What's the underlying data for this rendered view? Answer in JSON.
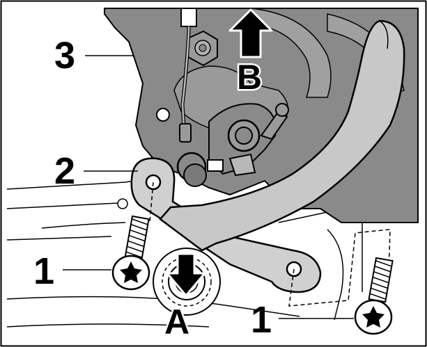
{
  "diagram": {
    "callouts": {
      "part_3": "3",
      "part_2": "2",
      "part_1_left": "1",
      "part_1_right": "1",
      "direction_b": "B",
      "direction_a": "A"
    },
    "colors": {
      "background": "#ffffff",
      "line": "#000000",
      "housing_dark": "#8a8a8a",
      "lever_light": "#c8c8c8",
      "bracket_light": "#d0d0d0",
      "bolt_fill": "#ffffff"
    },
    "icons": {
      "arrow_b": "arrow-up-icon",
      "arrow_a": "arrow-down-icon",
      "bolt_head": "torx-star-icon"
    }
  }
}
